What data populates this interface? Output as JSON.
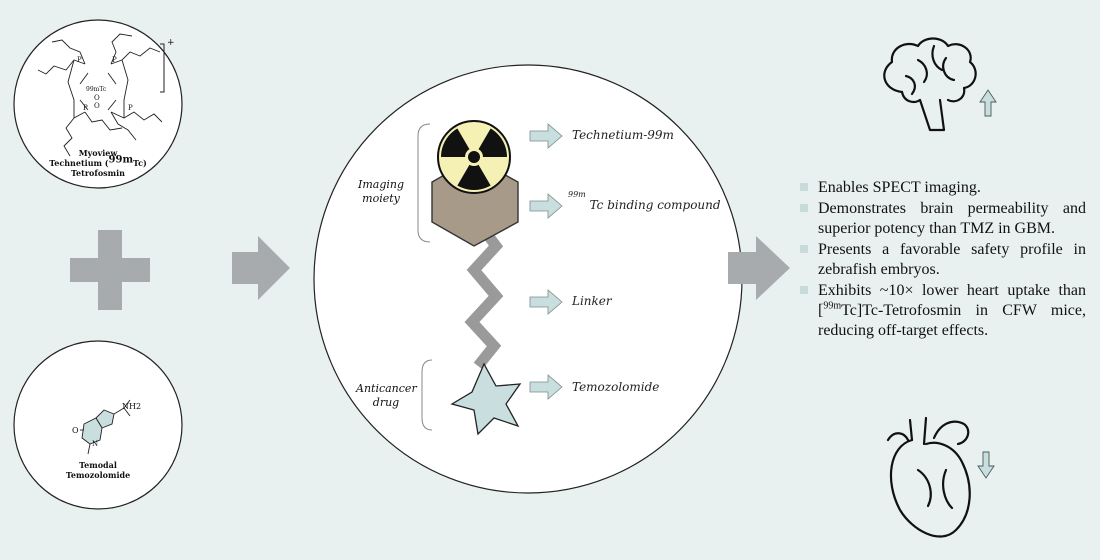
{
  "myoview": {
    "name": "Myoview",
    "full_prefix": "Technetium (",
    "isotope_sup": "99m",
    "full_suffix": "Tc) Tetrofosmin",
    "charge": "+",
    "center_label": "99mTc"
  },
  "temodal": {
    "name": "Temodal",
    "generic": "Temozolomide",
    "group_nh2": "NH2",
    "o_label": "O",
    "n_label": "N"
  },
  "construct": {
    "imaging_label": "Imaging moiety",
    "anticancer_label": "Anticancer drug",
    "components": [
      {
        "label": "Technetium-99m"
      },
      {
        "sup": "99m",
        "label": "Tc binding compound"
      },
      {
        "label": "Linker"
      },
      {
        "label": "Temozolomide"
      }
    ]
  },
  "outcomes": [
    "Enables SPECT imaging.",
    "Demonstrates brain permeability and superior potency than TMZ in GBM.",
    "Presents a favorable safety profile in zebrafish embryos."
  ],
  "outcome_last": {
    "pre": "Exhibits ~10× lower heart uptake than [",
    "sup": "99m",
    "post": "Tc]Tc-Tetrofosmin in CFW mice, reducing off-target effects."
  },
  "icons": {
    "brain": "brain-icon",
    "brain_arrow": "up-arrow-icon",
    "heart": "heart-icon",
    "heart_arrow": "down-arrow-icon"
  },
  "colors": {
    "background": "#e9f1f0",
    "arrow_gray": "#a8abae",
    "hexagon": "#a79a88",
    "star": "#c9dede",
    "radiation_yellow": "#f5f1b4",
    "bullet": "#c7dcda"
  }
}
